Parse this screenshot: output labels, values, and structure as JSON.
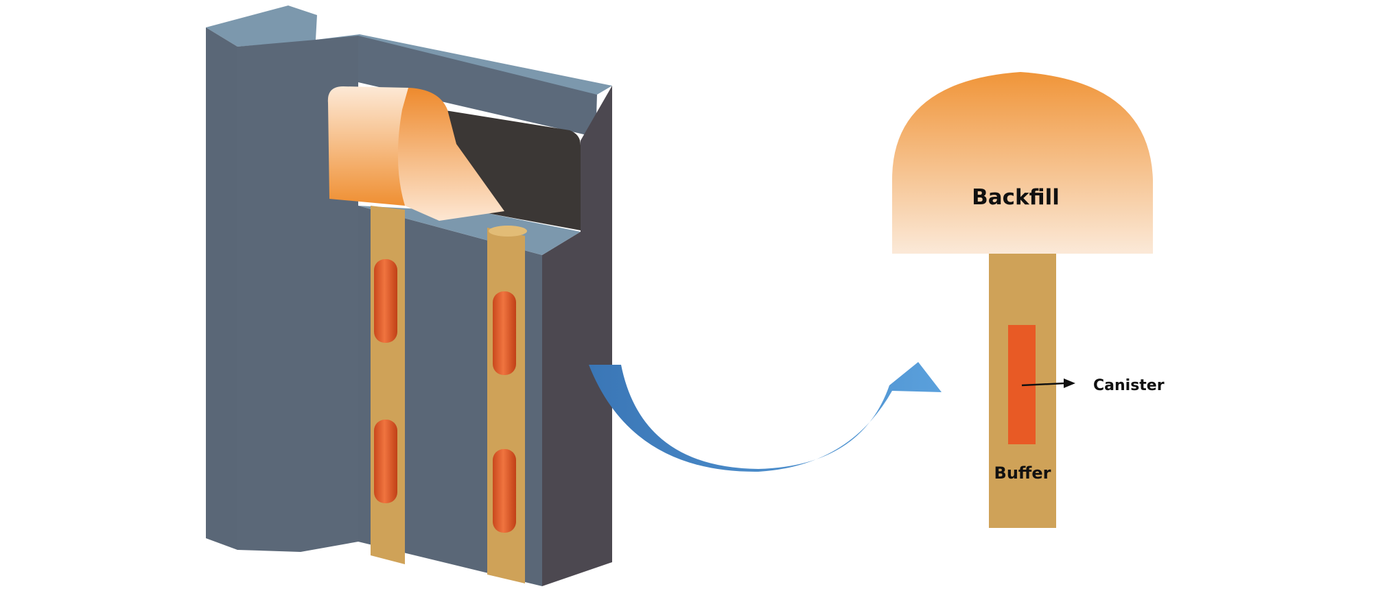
{
  "labels": {
    "backfill": "Backfill",
    "buffer": "Buffer",
    "canister": "Canister"
  },
  "colors": {
    "rock_front": "#5a6777",
    "rock_top": "#7c98ad",
    "rock_side": "#4c4850",
    "tunnel_interior": "#3b3735",
    "backfill_orange": "#f09539",
    "backfill_light": "#fbe9d8",
    "buffer_tan": "#cfa258",
    "canister_red": "#e85a25",
    "arrow_blue": "#3f82c0"
  },
  "icons": {
    "arrow": "curved-arrow-icon",
    "pointer": "pointer-arrow-icon"
  }
}
